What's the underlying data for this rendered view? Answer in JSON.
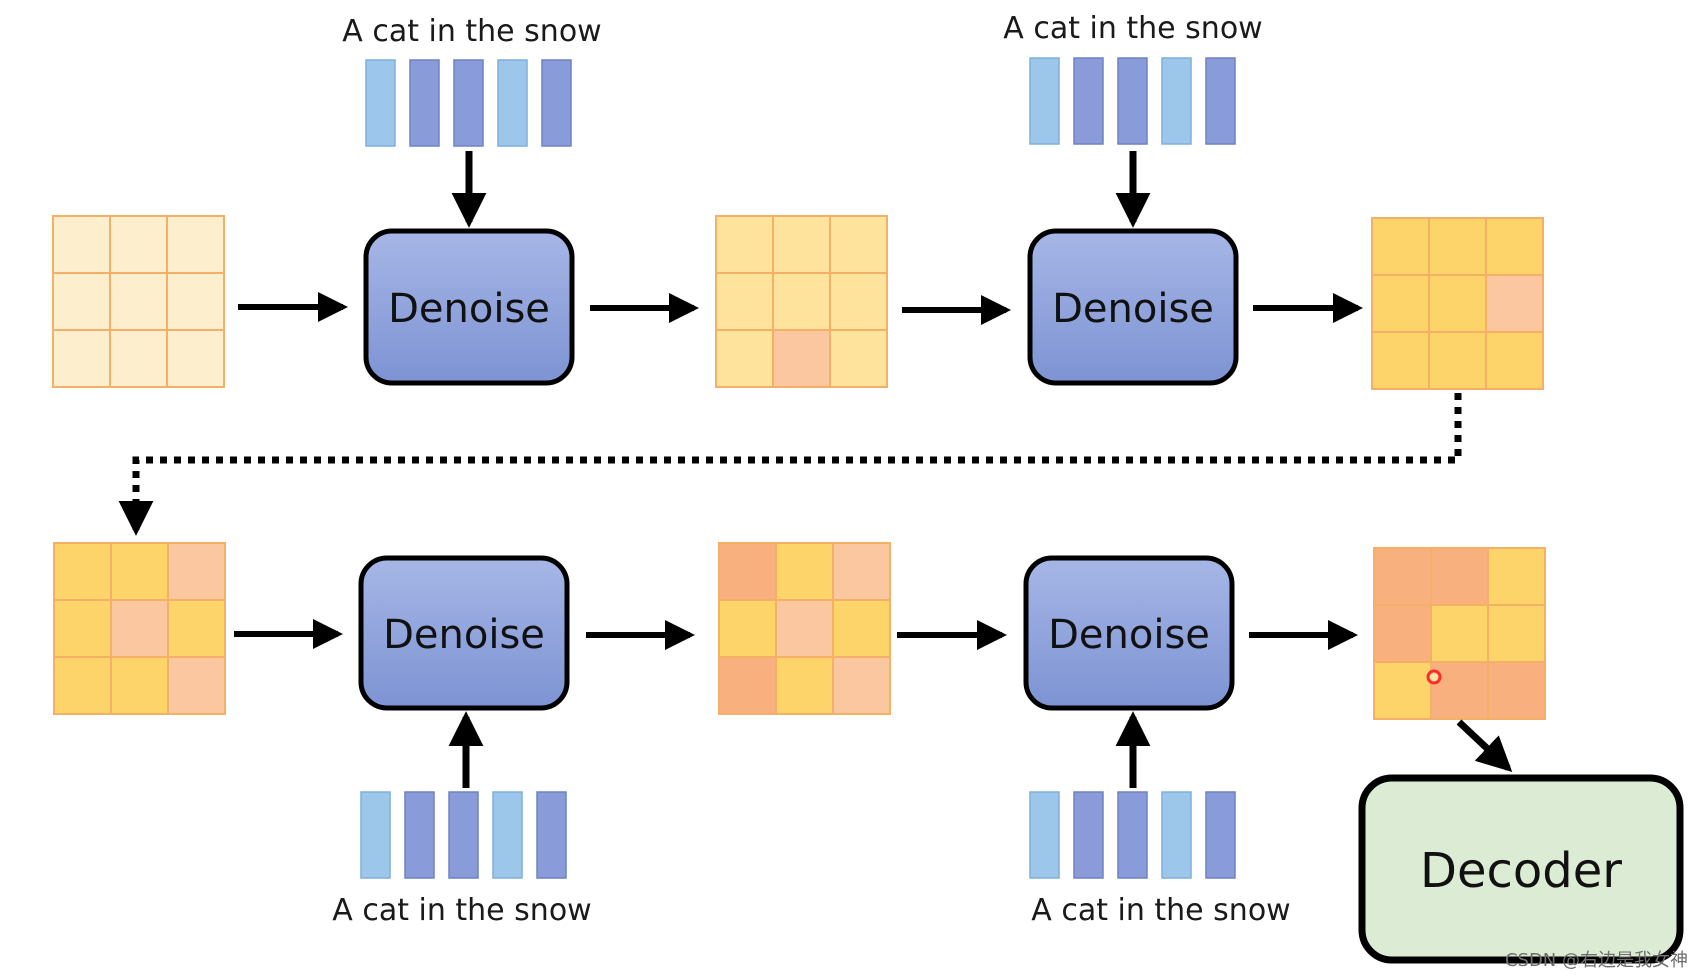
{
  "prompt_text": "A cat in the snow",
  "denoise_label": "Denoise",
  "decoder_label": "Decoder",
  "watermark": "CSDN @右边是我女神",
  "colors": {
    "background": "#ffffff",
    "denoise_fill": "#8aa0db",
    "decoder_fill": "#dcecd4",
    "token_light": "#9cc7ea",
    "token_dark": "#8a9bd9",
    "cell_pale": "#fdefcd",
    "cell_light": "#fde39c",
    "cell_yellow": "#fcd469",
    "cell_peach": "#fbc7a0",
    "cell_orange": "#f7b07e",
    "cell_border": "#f4b066",
    "cursor_marker": "#ff2a2a"
  },
  "latent_grids": [
    [
      "pale",
      "pale",
      "pale",
      "pale",
      "pale",
      "pale",
      "pale",
      "pale",
      "pale"
    ],
    [
      "light",
      "light",
      "light",
      "light",
      "light",
      "light",
      "light",
      "peach",
      "light"
    ],
    [
      "yellow",
      "yellow",
      "yellow",
      "yellow",
      "yellow",
      "peach",
      "yellow",
      "yellow",
      "yellow"
    ],
    [
      "yellow",
      "yellow",
      "peach",
      "yellow",
      "peach",
      "yellow",
      "yellow",
      "yellow",
      "peach"
    ],
    [
      "orange",
      "yellow",
      "peach",
      "yellow",
      "peach",
      "yellow",
      "orange",
      "yellow",
      "peach"
    ],
    [
      "orange",
      "orange",
      "yellow",
      "orange",
      "yellow",
      "yellow",
      "yellow",
      "orange",
      "orange"
    ]
  ],
  "token_pattern": [
    "light",
    "dark",
    "dark",
    "light",
    "dark"
  ]
}
